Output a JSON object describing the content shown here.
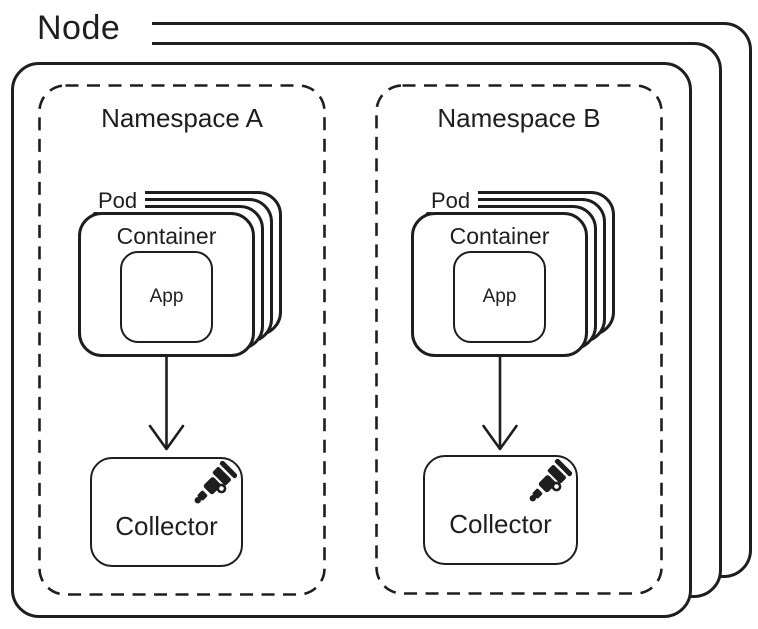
{
  "node": {
    "label": "Node"
  },
  "namespaces": [
    {
      "label": "Namespace A",
      "pod_label": "Pod",
      "container_label": "Container",
      "app_label": "App",
      "collector_label": "Collector"
    },
    {
      "label": "Namespace B",
      "pod_label": "Pod",
      "container_label": "Container",
      "app_label": "App",
      "collector_label": "Collector"
    }
  ],
  "icons": {
    "collector": "telescope-icon"
  },
  "colors": {
    "ink": "#1e1e1e",
    "background": "#ffffff"
  }
}
